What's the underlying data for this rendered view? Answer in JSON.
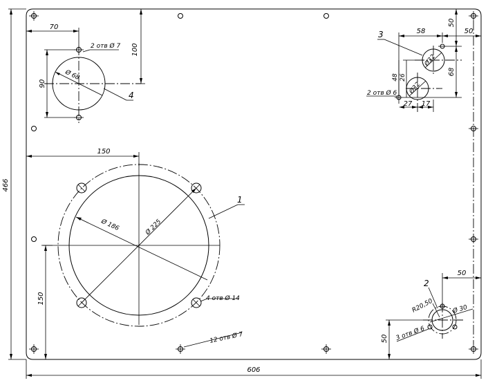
{
  "dimensions": {
    "overall_width": "606",
    "overall_height": "466",
    "top_left_70": "70",
    "top_left_100": "100",
    "top_left_90": "90",
    "hole_68": "Ø 68",
    "big_150_h": "150",
    "big_150_v": "150",
    "dia_186": "Ø 186",
    "dia_225": "Ø 225",
    "tr_58": "58",
    "tr_50_h": "50",
    "tr_50_v": "50",
    "tr_68": "68",
    "tr_48": "48",
    "tr_26": "26",
    "tr_27": "27",
    "tr_17": "17",
    "tr_dia_a": "Ø32",
    "tr_dia_b": "Ø32",
    "br_50_h": "50",
    "br_50_v": "50",
    "br_dia_30": "Ø 30",
    "br_r": "R20,50"
  },
  "callouts": {
    "holes_2x7": "2 отв Ø 7",
    "holes_4x14": "4 отв Ø 14",
    "holes_12x7": "12 отв Ø 7",
    "holes_2x6": "2 отв Ø 6",
    "holes_3x6": "3 отв Ø 6"
  },
  "part_numbers": {
    "p1": "1",
    "p2": "2",
    "p3": "3",
    "p4": "4"
  }
}
